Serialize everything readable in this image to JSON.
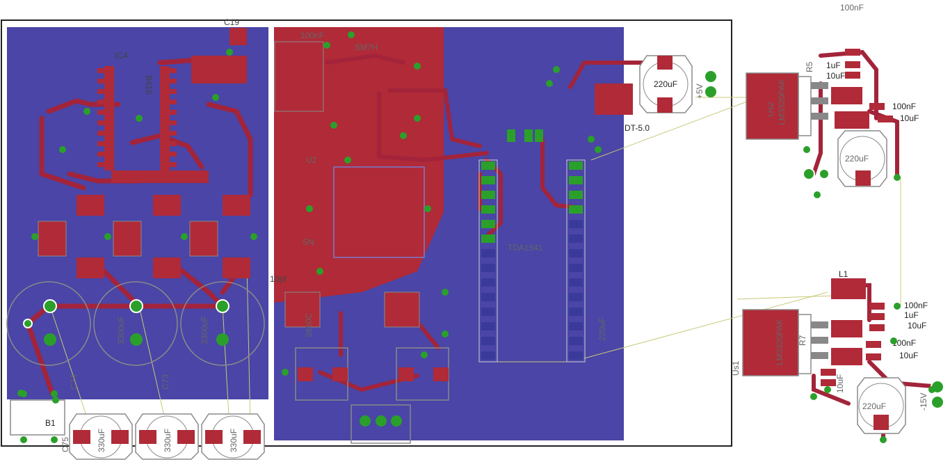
{
  "board": {
    "colors": {
      "background": "#ffffff",
      "outline": "#222222",
      "bottom_copper": "#4a45a6",
      "top_copper": "#b02a38",
      "trace": "#a3243a",
      "pad": "#2aa02a",
      "silkscreen": "#8a8a8a",
      "airwire": "#c8c87a"
    }
  },
  "labels": {
    "c19": "C19",
    "ic4": "IC4",
    "b416": "B416",
    "c100nf_top": "100nF",
    "smph": "SM7H",
    "u2": "U2",
    "sn": "SN",
    "tda": "TDA1541",
    "c220uf_top": "220uF",
    "plus5v": "+5V",
    "dt50": "DT-5.0",
    "top_100nf": "100nF",
    "r5": "R5",
    "c1uf_a": "1uF",
    "c10uf_a": "10uF",
    "us2": "Us2",
    "lm_a": "LM3320PAK",
    "c100nf_a": "100nF",
    "c10uf_b": "10uF",
    "c220uf_a": "220uF",
    "l1": "L1",
    "c100nf_b": "100nF",
    "c1uf_b": "1uF",
    "c10uf_c": "10uF",
    "lm_b": "LM3320PAK",
    "r7": "R7",
    "us1": "Us1",
    "c100nf_c": "100nF",
    "c10uf_d": "10uF",
    "c10uf_e": "10uF",
    "c220uf_b": "220uF",
    "minus15v": "-15V",
    "b1": "B1",
    "c74": "C74",
    "c73": "C73",
    "c75": "C75",
    "c330_a": "330uF",
    "c330_b": "330uF",
    "c330_c": "330uF",
    "c3300_a": "3300uF",
    "c3300_b": "3300uF",
    "c2850": "2850C",
    "c10p": "10pf",
    "c220_lower": "220uF"
  }
}
